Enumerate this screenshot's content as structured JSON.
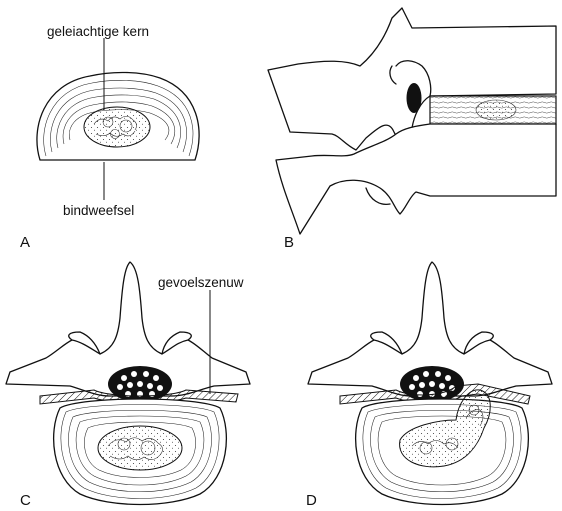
{
  "labels": {
    "nucleus": "geleiachtige kern",
    "annulus": "bindweefsel",
    "nerve": "gevoelszenuw"
  },
  "panels": {
    "a": "A",
    "b": "B",
    "c": "C",
    "d": "D"
  }
}
